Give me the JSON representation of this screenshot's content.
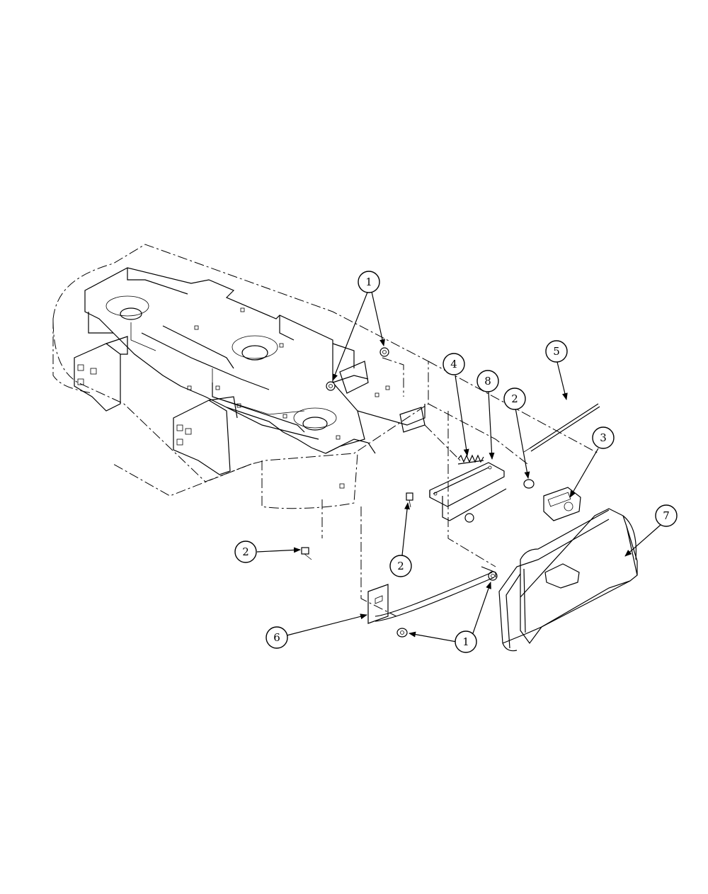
{
  "callouts": [
    {
      "id": "c1a",
      "label": "1"
    },
    {
      "id": "c1b",
      "label": "1"
    },
    {
      "id": "c2a",
      "label": "2"
    },
    {
      "id": "c2b",
      "label": "2"
    },
    {
      "id": "c2c",
      "label": "2"
    },
    {
      "id": "c3",
      "label": "3"
    },
    {
      "id": "c4",
      "label": "4"
    },
    {
      "id": "c5",
      "label": "5"
    },
    {
      "id": "c6",
      "label": "6"
    },
    {
      "id": "c7",
      "label": "7"
    },
    {
      "id": "c8",
      "label": "8"
    }
  ]
}
